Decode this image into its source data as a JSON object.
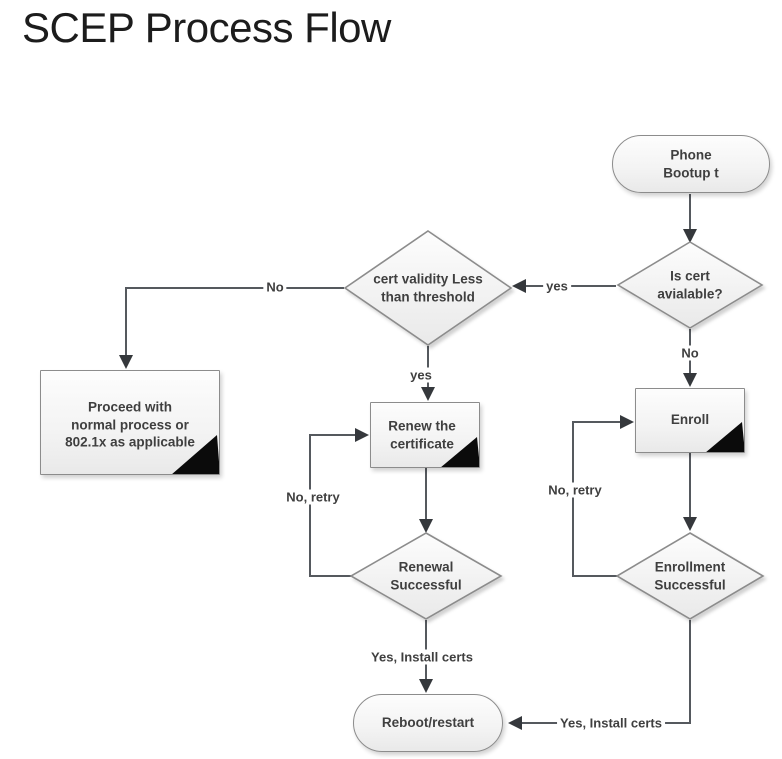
{
  "title": "SCEP Process Flow",
  "nodes": {
    "phone_bootup": {
      "type": "terminator",
      "label": "Phone Bootup t"
    },
    "is_cert_available": {
      "type": "decision",
      "label": "Is cert avialable?"
    },
    "cert_validity": {
      "type": "decision",
      "label": "cert validity Less\nthan threshold"
    },
    "proceed_normal": {
      "type": "process",
      "label": "Proceed with\nnormal process or\n802.1x as applicable"
    },
    "renew_certificate": {
      "type": "process",
      "label": "Renew the\ncertificate"
    },
    "renewal_successful": {
      "type": "decision",
      "label": "Renewal\nSuccessful"
    },
    "reboot_restart": {
      "type": "terminator",
      "label": "Reboot/restart"
    },
    "enroll": {
      "type": "process",
      "label": "Enroll"
    },
    "enrollment_successful": {
      "type": "decision",
      "label": "Enrollment\nSuccessful"
    }
  },
  "edge_labels": {
    "yes_cert_available_to_validity": "yes",
    "no_validity_to_proceed": "No",
    "yes_validity_to_renew": "yes",
    "no_retry_renewal": "No, retry",
    "yes_install_certs_renewal": "Yes, Install certs",
    "no_cert_available_to_enroll": "No",
    "no_retry_enrollment": "No, retry",
    "yes_install_certs_enrollment": "Yes, Install certs"
  },
  "colors": {
    "background": "#ffffff",
    "shape_fill_top": "#fdfdfd",
    "shape_fill_bottom": "#e9e9e9",
    "shape_border": "#8c8c8c",
    "connector_line": "#55595e",
    "arrowhead": "#35383c",
    "node_text": "#3f3f3f",
    "title_text": "#1c1c1c",
    "corner_triangle": "#0b0b0b"
  }
}
